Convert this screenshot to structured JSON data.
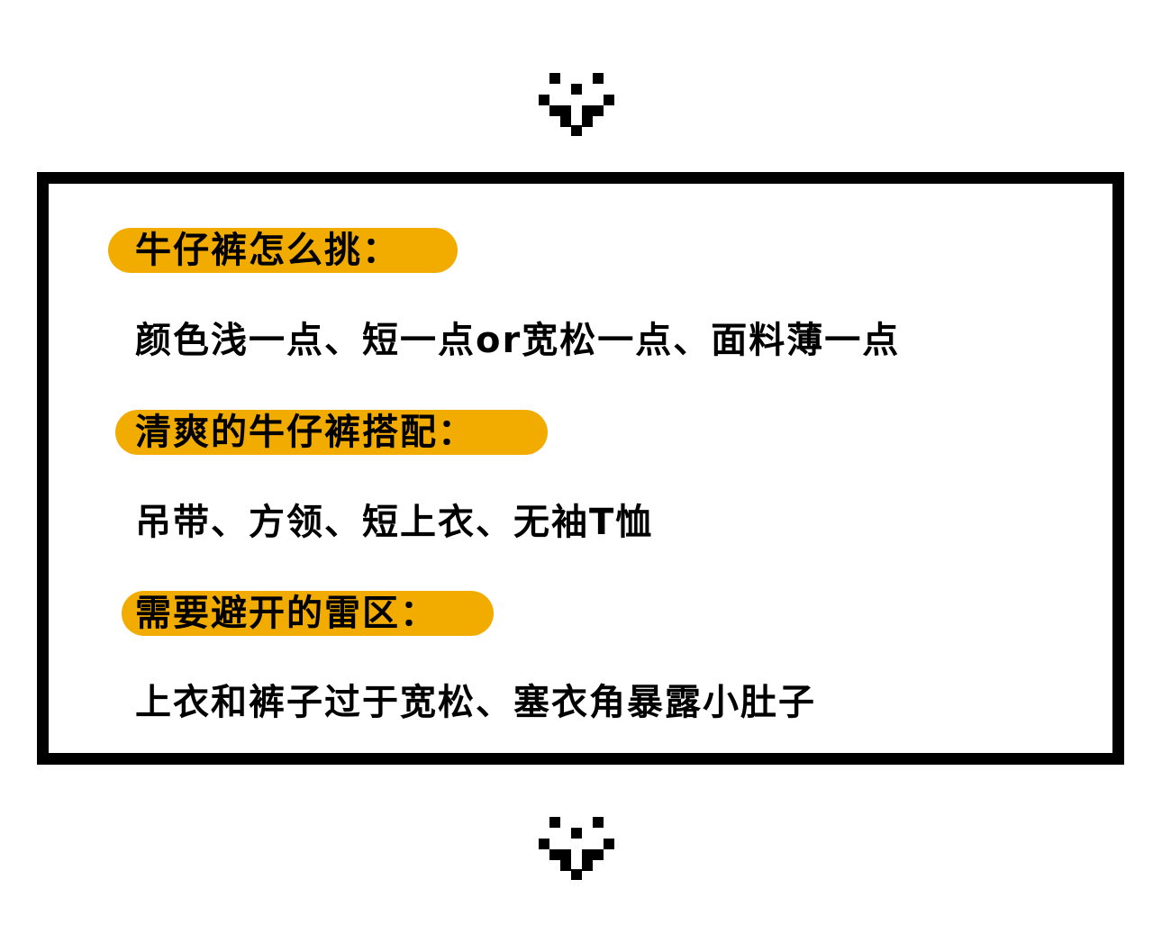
{
  "sections": [
    {
      "heading": "牛仔裤怎么挑：",
      "body": "颜色浅一点、短一点or宽松一点、面料薄一点"
    },
    {
      "heading": "清爽的牛仔裤搭配：",
      "body": "吊带、方领、短上衣、无袖T恤"
    },
    {
      "heading": "需要避开的雷区：",
      "body": "上衣和裤子过于宽松、塞衣角暴露小肚子"
    }
  ],
  "colors": {
    "accent": "#f2ac00",
    "border": "#000000",
    "text": "#000000",
    "background": "#ffffff"
  },
  "icons": {
    "top": "pixel-heart-icon",
    "bottom": "pixel-heart-icon"
  }
}
